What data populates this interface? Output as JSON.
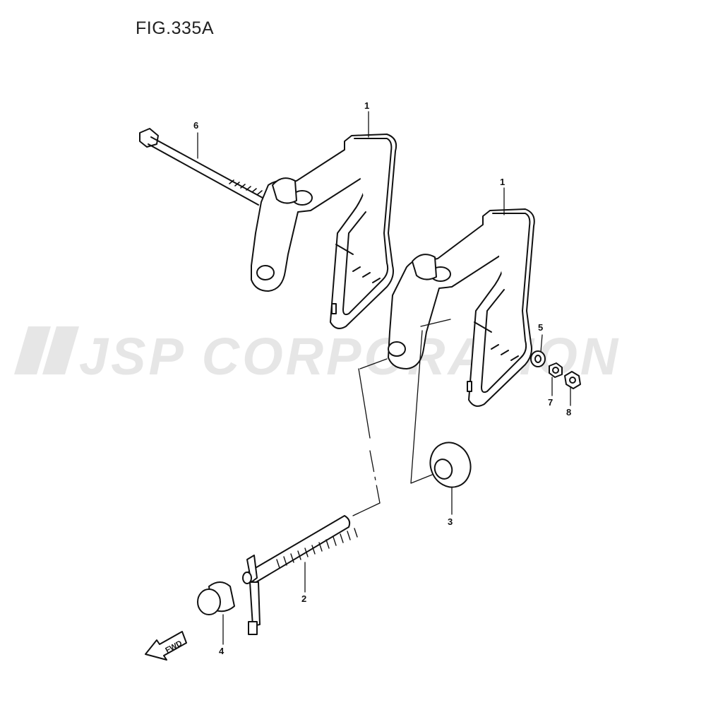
{
  "figure": {
    "title": "FIG.335A"
  },
  "watermark": {
    "text": "JSP CORPORATION",
    "color": "#e6e6e6"
  },
  "fwd_arrow": {
    "label": "FWD",
    "icon": "fwd-arrow-icon"
  },
  "callouts": [
    {
      "id": "c1a",
      "number": "1"
    },
    {
      "id": "c1b",
      "number": "1"
    },
    {
      "id": "c2",
      "number": "2"
    },
    {
      "id": "c3",
      "number": "3"
    },
    {
      "id": "c4",
      "number": "4"
    },
    {
      "id": "c5",
      "number": "5"
    },
    {
      "id": "c6",
      "number": "6"
    },
    {
      "id": "c7",
      "number": "7"
    },
    {
      "id": "c8",
      "number": "8"
    }
  ]
}
